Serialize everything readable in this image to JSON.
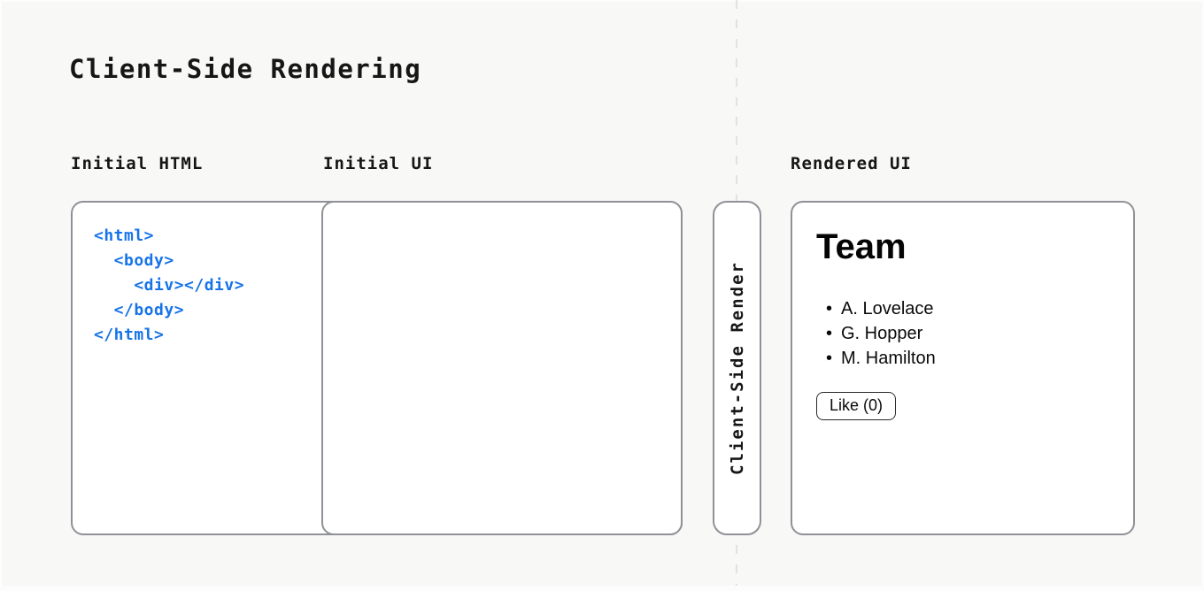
{
  "title": "Client-Side Rendering",
  "labels": {
    "initial_html": "Initial HTML",
    "initial_ui": "Initial UI",
    "rendered_ui": "Rendered UI"
  },
  "code": {
    "lines": [
      "<html>",
      "  <body>",
      "    <div></div>",
      "  </body>",
      "</html>"
    ]
  },
  "pipeline": {
    "step_label": "Client-Side Render"
  },
  "rendered_ui": {
    "heading": "Team",
    "bullet_glyph": "•",
    "members": [
      "A. Lovelace",
      "G. Hopper",
      "M. Hamilton"
    ],
    "like_button_label": "Like (0)"
  },
  "colors": {
    "background": "#f8f8f7",
    "panel_border": "#8f9196",
    "code_blue": "#1773e8",
    "dashed_line": "#e2e2e0",
    "button_border": "#2a2a2a"
  }
}
